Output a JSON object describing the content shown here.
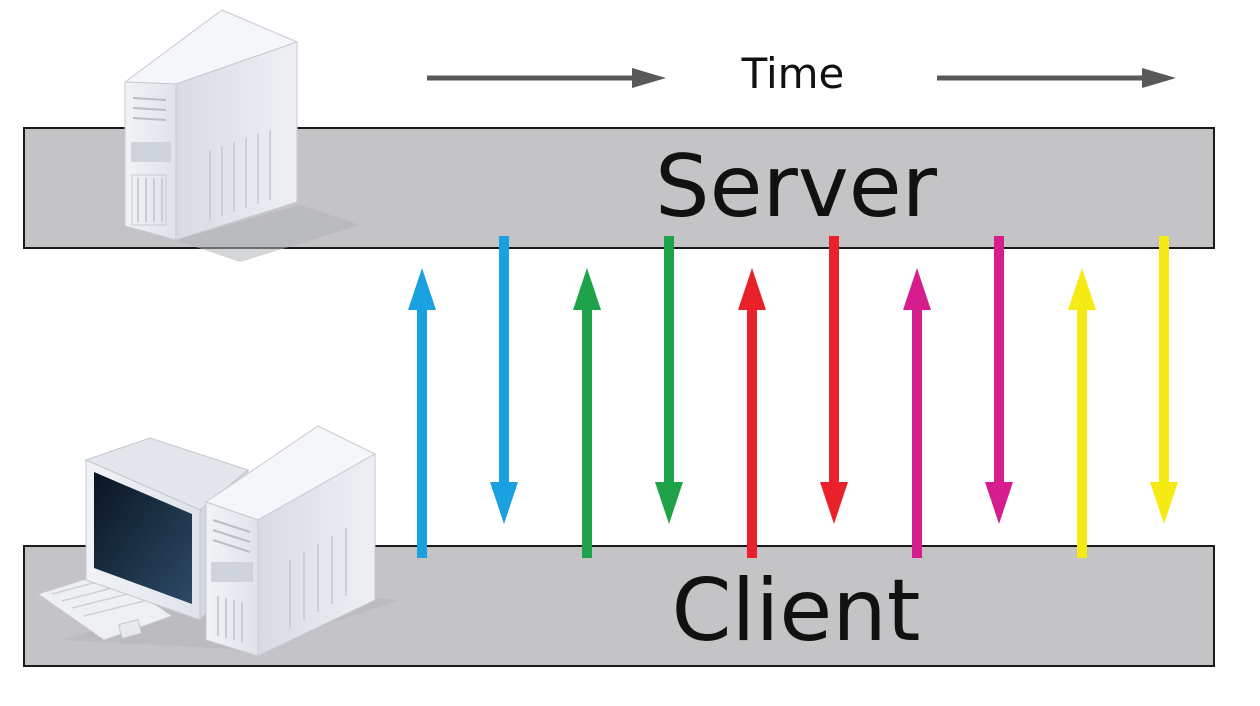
{
  "time_label": "Time",
  "server_label": "Server",
  "client_label": "Client",
  "colors": {
    "band_fill": "#c4c4c6",
    "band_stroke": "#1a1a1a",
    "time_arrow": "#595959",
    "text": "#111111"
  },
  "exchanges": [
    {
      "color": "#1ba1e2",
      "request": "up",
      "response": "down"
    },
    {
      "color": "#1ea34a",
      "request": "up",
      "response": "down"
    },
    {
      "color": "#e8212b",
      "request": "up",
      "response": "down"
    },
    {
      "color": "#d61d8e",
      "request": "up",
      "response": "down"
    },
    {
      "color": "#f5ea14",
      "request": "up",
      "response": "down"
    }
  ],
  "icons": {
    "server": "server-tower-icon",
    "client": "desktop-computer-icon"
  }
}
